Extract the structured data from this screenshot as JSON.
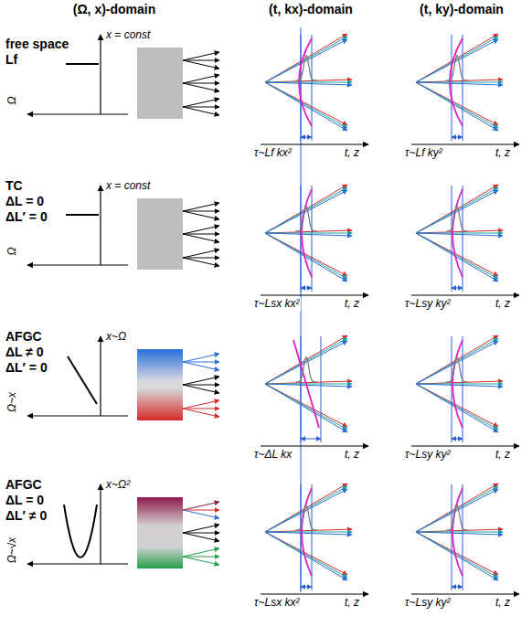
{
  "diagram": {
    "labels": [
      "(Ω, x)-domain",
      "(t, kx)-domain",
      "(t, ky)-domain",
      "free space",
      "Lf",
      "x = const",
      "Ω",
      "τ~Lf kx²",
      "t, z",
      "τ~Lf ky²",
      "t, z",
      "TC",
      "ΔL = 0",
      "ΔL′ = 0",
      "x = const",
      "Ω",
      "τ~Lsx kx²",
      "t, z",
      "τ~Lsy ky²",
      "t, z",
      "AFGC",
      "ΔL ≠ 0",
      "ΔL′ = 0",
      "x~Ω",
      "Ω~x",
      "τ~ΔL kx",
      "t, z",
      "τ~Lsy ky²",
      "t, z",
      "AFGC",
      "ΔL = 0",
      "ΔL′ ≠ 0",
      "x~Ω²",
      "Ω~√x",
      "τ~Lsx kx²",
      "t, z",
      "τ~Lsy ky²",
      "t, z"
    ]
  }
}
